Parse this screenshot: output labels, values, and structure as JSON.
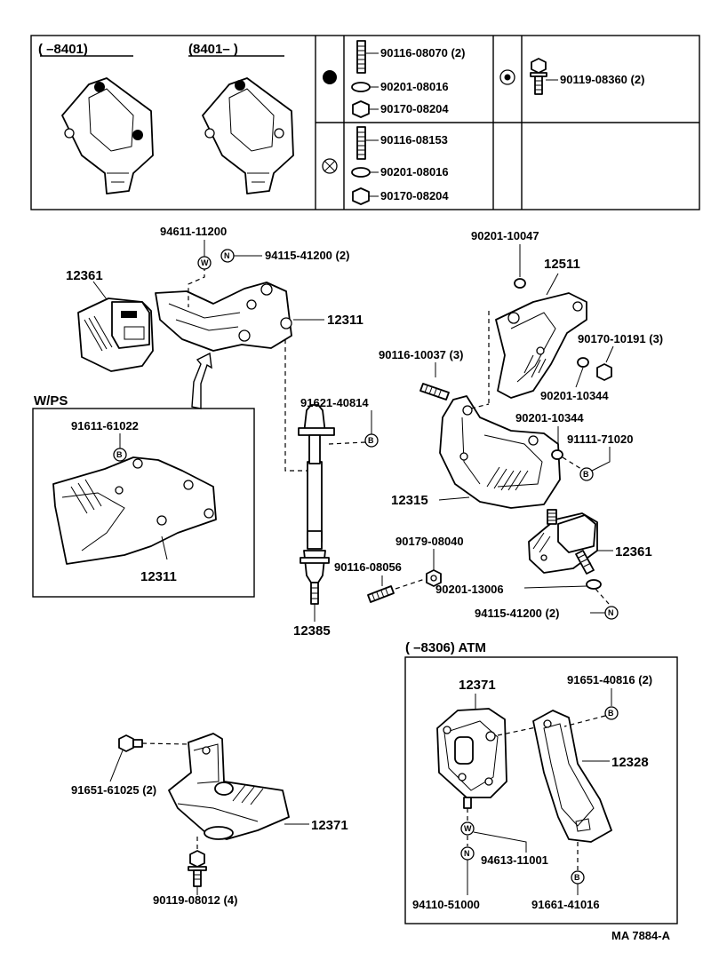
{
  "header": {
    "range_a": "(      –8401)",
    "range_b": "(8401–      )"
  },
  "fastener_sets": {
    "set_filled": [
      "90116-08070 (2)",
      "90201-08016",
      "90170-08204"
    ],
    "set_cross": [
      "90116-08153",
      "90201-08016",
      "90170-08204"
    ],
    "set_dot": [
      "90119-08360 (2)"
    ]
  },
  "labels": {
    "p94611_11200": "94611-11200",
    "p94115_41200_top": "94115-41200 (2)",
    "p12361_left": "12361",
    "p12311_top": "12311",
    "wps": "W/PS",
    "p91611_61022": "91611-61022",
    "p12311_box": "12311",
    "p91621_40814": "91621-40814",
    "p12385": "12385",
    "p90116_08056": "90116-08056",
    "p90179_08040": "90179-08040",
    "p90201_10047": "90201-10047",
    "p12511": "12511",
    "p90170_10191": "90170-10191 (3)",
    "p90116_10037": "90116-10037 (3)",
    "p90201_10344_a": "90201-10344",
    "p90201_10344_b": "90201-10344",
    "p91111_71020": "91111-71020",
    "p12315": "12315",
    "p12361_right": "12361",
    "p90201_13006": "90201-13006",
    "p94115_41200_bottom": "94115-41200 (2)",
    "atm_range": "(       –8306) ATM",
    "p12371_atm": "12371",
    "p91651_40816": "91651-40816 (2)",
    "p12328": "12328",
    "p94613_11001": "94613-11001",
    "p94110_51000": "94110-51000",
    "p91661_41016": "91661-41016",
    "p91651_61025": "91651-61025 (2)",
    "p12371_bottom": "12371",
    "p90119_08012": "90119-08012 (4)",
    "footer_code": "MA 7884-A"
  },
  "callouts": {
    "W": "W",
    "N": "N",
    "B": "B"
  }
}
